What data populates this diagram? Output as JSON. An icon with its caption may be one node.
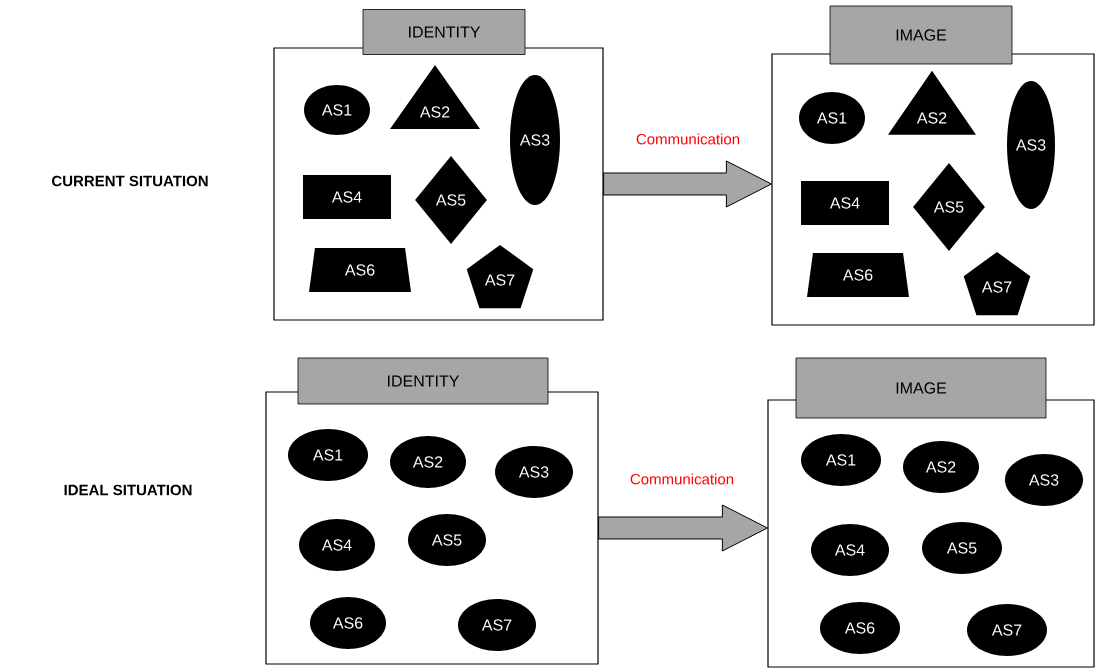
{
  "diagram": {
    "nodes": [
      {
        "text": [
          "IDENTITY"
        ]
      },
      {
        "text": [
          "AS1"
        ],
        "in": 0
      },
      {
        "text": [
          "AS2"
        ],
        "in": 0
      },
      {
        "text": [
          "AS3"
        ],
        "in": 0
      },
      {
        "text": [
          "AS4"
        ],
        "in": 0
      },
      {
        "text": [
          "AS5"
        ],
        "in": 0
      },
      {
        "text": [
          "AS6"
        ],
        "in": 0
      },
      {
        "text": [
          "AS7"
        ],
        "in": 0
      },
      {
        "text": [
          "IMAGE"
        ]
      },
      {
        "text": [
          "AS1"
        ],
        "in": 8
      },
      {
        "text": [
          "AS2"
        ],
        "in": 8
      },
      {
        "text": [
          "AS3"
        ],
        "in": 8
      },
      {
        "text": [
          "AS4"
        ],
        "in": 8
      },
      {
        "text": [
          "AS5"
        ],
        "in": 8
      },
      {
        "text": [
          "AS6"
        ],
        "in": 8
      },
      {
        "text": [
          "AS7"
        ],
        "in": 8
      },
      {
        "text": [
          "IDENTITY"
        ]
      },
      {
        "text": [
          "AS1"
        ],
        "in": 16
      },
      {
        "text": [
          "AS2"
        ],
        "in": 16
      },
      {
        "text": [
          "AS3"
        ],
        "in": 16
      },
      {
        "text": [
          "AS4"
        ],
        "in": 16
      },
      {
        "text": [
          "AS5"
        ],
        "in": 16
      },
      {
        "text": [
          "AS6"
        ],
        "in": 16
      },
      {
        "text": [
          "AS7"
        ],
        "in": 16
      },
      {
        "text": [
          "IMAGE"
        ]
      },
      {
        "text": [
          "AS1"
        ],
        "in": 24
      },
      {
        "text": [
          "AS2"
        ],
        "in": 24
      },
      {
        "text": [
          "AS3"
        ],
        "in": 24
      },
      {
        "text": [
          "AS4"
        ],
        "in": 24
      },
      {
        "text": [
          "AS5"
        ],
        "in": 24
      },
      {
        "text": [
          "AS6"
        ],
        "in": 24
      },
      {
        "text": [
          "AS7"
        ],
        "in": 24
      }
    ],
    "edges": [
      {
        "from": 0,
        "to": 8,
        "arrow": "to",
        "label": "Communication"
      },
      {
        "from": 16,
        "to": 24,
        "arrow": "to",
        "label": "Communication"
      }
    ],
    "labels": [
      "CURRENT SITUATION",
      "IDEAL SITUATION"
    ]
  }
}
